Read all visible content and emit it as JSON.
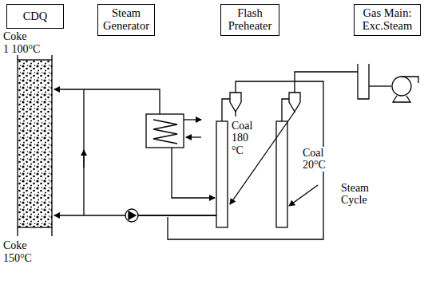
{
  "diagram": {
    "nodes": [
      {
        "text": [
          "CDQ"
        ]
      },
      {
        "text": [
          "Steam Generator"
        ]
      },
      {
        "text": [
          "Flash Preheater"
        ]
      },
      {
        "text": [
          "Gas Main: Exc.Steam"
        ]
      }
    ],
    "labels": [
      "Coke",
      "1 100°C",
      "Coal 180 °C",
      "Coal 20°C",
      "Steam Cycle",
      "Coke",
      "150°C"
    ]
  }
}
